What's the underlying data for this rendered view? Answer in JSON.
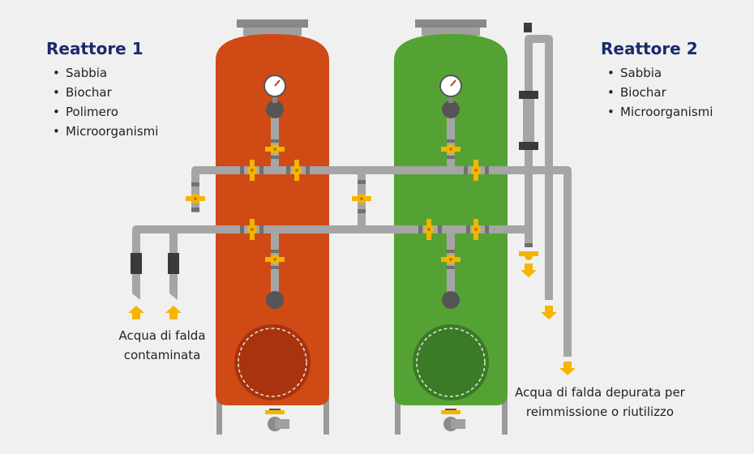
{
  "reactor1": {
    "title": "Reattore 1",
    "items": [
      "Sabbia",
      "Biochar",
      "Polimero",
      "Microorganismi"
    ],
    "color": "#cf4a14"
  },
  "reactor2": {
    "title": "Reattore 2",
    "items": [
      "Sabbia",
      "Biochar",
      "Microorganismi"
    ],
    "color": "#55a234"
  },
  "inlet_caption": "Acqua di falda\ncontaminata",
  "outlet_caption": "Acqua di falda depurata per\nreimmissione o riutilizzo",
  "colors": {
    "pipe": "#a5a5a5",
    "pipe_dark": "#707070",
    "valve": "#f5b400",
    "arrow": "#f5b400",
    "lid": "#8c8c8c"
  },
  "icons": [
    "pressure-gauge-icon",
    "ball-valve-icon",
    "arrow-up-icon",
    "arrow-down-icon",
    "manhole-icon"
  ]
}
